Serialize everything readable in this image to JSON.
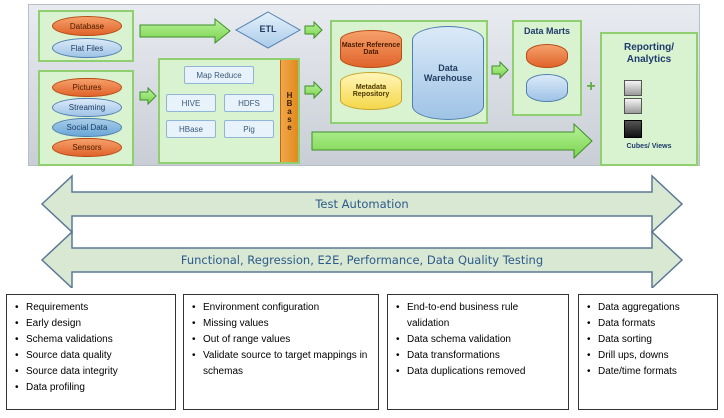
{
  "pipeline": {
    "sources1": [
      "Database",
      "Flat Files"
    ],
    "sources2": [
      "Pictures",
      "Streaming",
      "Social Data",
      "Sensors"
    ],
    "etl": "ETL",
    "hadoop_tools": [
      "Map Reduce",
      "HIVE",
      "HDFS",
      "HBase",
      "Pig"
    ],
    "hbase_vertical": "HBase",
    "repositories": [
      "Master Reference Data",
      "Metadata Repository"
    ],
    "warehouse": "Data Warehouse",
    "marts_title": "Data Marts",
    "plus": "+",
    "reporting_title": "Reporting/ Analytics",
    "cubes": "Cubes/ Views"
  },
  "arrows": {
    "automation": "Test Automation",
    "testing": "Functional, Regression, E2E, Performance, Data Quality Testing"
  },
  "columns": [
    {
      "items": [
        "Requirements",
        "Early design",
        "Schema validations",
        "Source data quality",
        "Source data integrity",
        "Data profiling"
      ]
    },
    {
      "items": [
        "Environment configuration",
        "Missing values",
        "Out of range values",
        "Validate source to target mappings in schemas"
      ]
    },
    {
      "items": [
        "End-to-end business rule validation",
        "Data schema validation",
        "Data transformations",
        "Data duplications removed"
      ]
    },
    {
      "items": [
        "Data aggregations",
        "Data formats",
        "Data sorting",
        "Drill ups, downs",
        "Date/time formats"
      ]
    }
  ],
  "colors": {
    "green_fill": "#d9f2cf",
    "green_border": "#8fcf6f",
    "arrow_fill": "#d8e8d2",
    "arrow_stroke": "#5a7896",
    "label_blue": "#2d5a8c"
  }
}
